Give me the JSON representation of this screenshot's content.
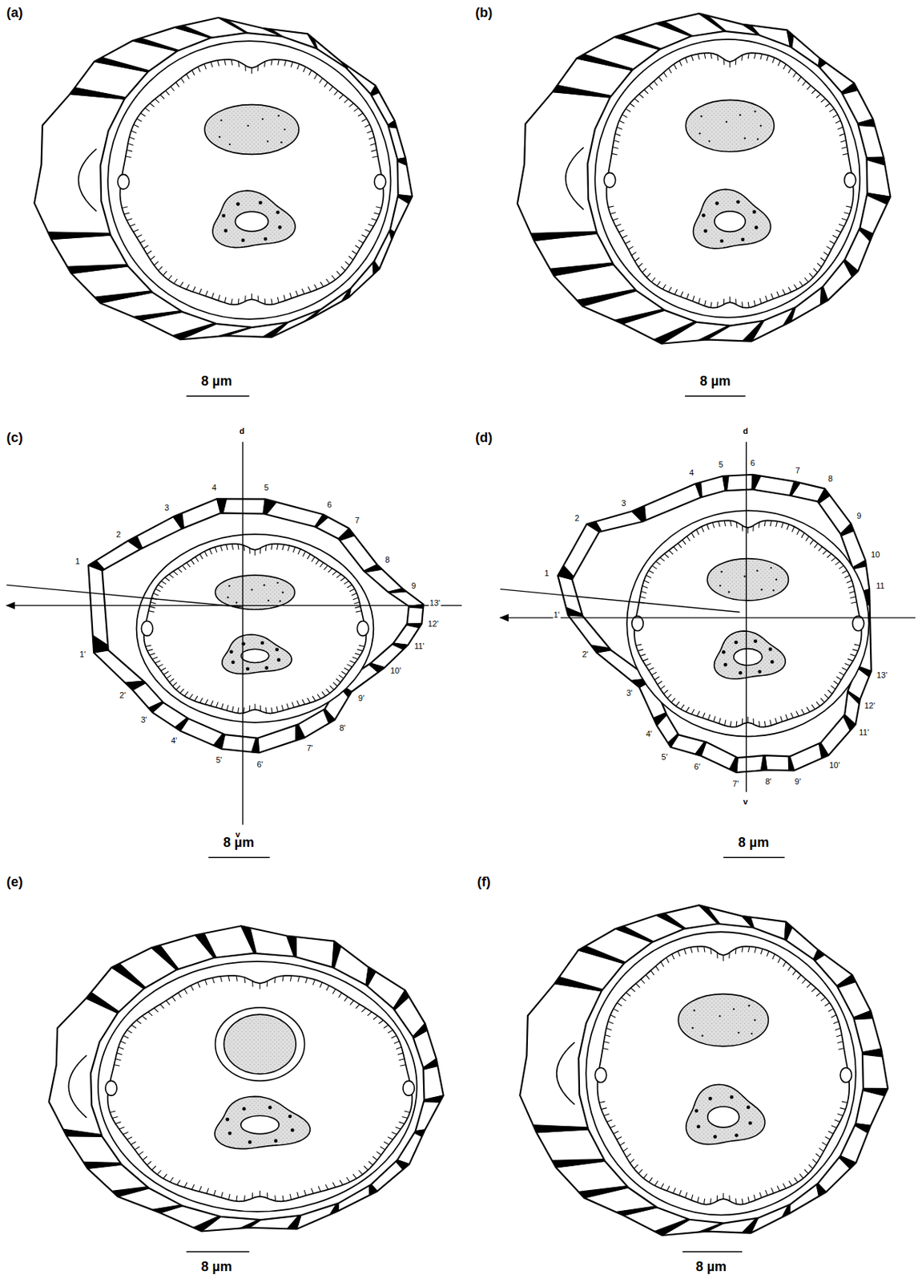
{
  "diagram": {
    "labels": [
      "(a)",
      "8 µm",
      "(b)",
      "8 µm",
      "(c)",
      "d",
      "1",
      "2",
      "3",
      "4",
      "5",
      "6",
      "7",
      "8",
      "9",
      "13'",
      "12'",
      "11'",
      "10'",
      "9'",
      "8'",
      "7'",
      "6'",
      "5'",
      "4'",
      "3'",
      "2'",
      "1'",
      "v",
      "8 µm",
      "(d)",
      "d",
      "1",
      "2",
      "3",
      "4",
      "5",
      "6",
      "7",
      "8",
      "9",
      "10",
      "11",
      "13'",
      "12'",
      "11'",
      "10'",
      "9'",
      "8'",
      "7'",
      "6'",
      "5'",
      "4'",
      "3'",
      "2'",
      "1'",
      "v",
      "8 µm",
      "(e)",
      "8 µm",
      "(f)",
      "8 µm"
    ]
  }
}
